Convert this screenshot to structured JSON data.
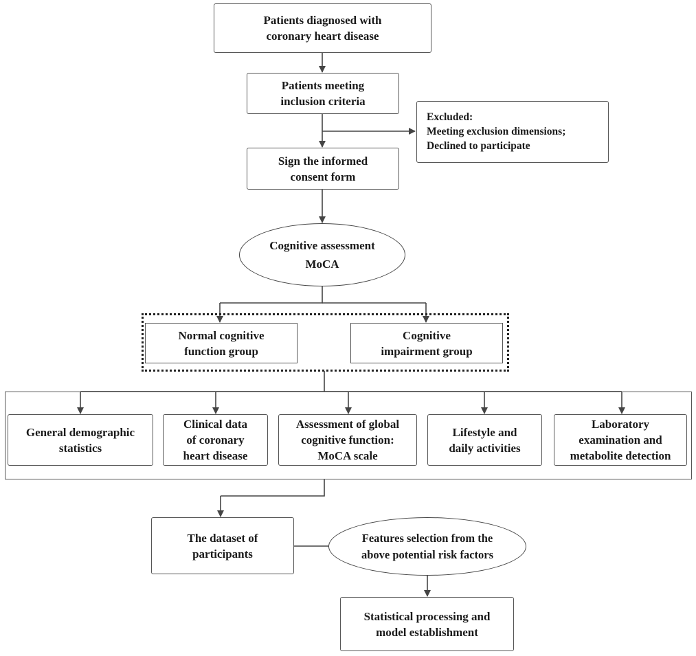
{
  "nodes": {
    "diagnosed": "Patients diagnosed with\ncoronary heart disease",
    "inclusion": "Patients meeting\ninclusion criteria",
    "excluded": {
      "heading": "Excluded:",
      "reasons": [
        "Meeting  exclusion  dimensions;",
        "Declined to participate"
      ]
    },
    "consent": "Sign the informed\nconsent form",
    "assessment": "Cognitive assessment\nMoCA",
    "normal_group": "Normal cognitive\nfunction group",
    "impairment_group": "Cognitive\nimpairment group",
    "demographic": "General demographic\nstatistics",
    "clinical": "Clinical data\nof coronary\nheart disease",
    "global_cognitive": "Assessment of global\ncognitive function:\nMoCA scale",
    "lifestyle": "Lifestyle and\ndaily activities",
    "laboratory": "Laboratory\nexamination and\nmetabolite detection",
    "dataset": "The dataset of\nparticipants",
    "features": "Features selection from the\nabove potential risk factors",
    "statistical": "Statistical processing and\nmodel establishment"
  },
  "colors": {
    "line": "#444444",
    "text": "#1a1a1a"
  }
}
